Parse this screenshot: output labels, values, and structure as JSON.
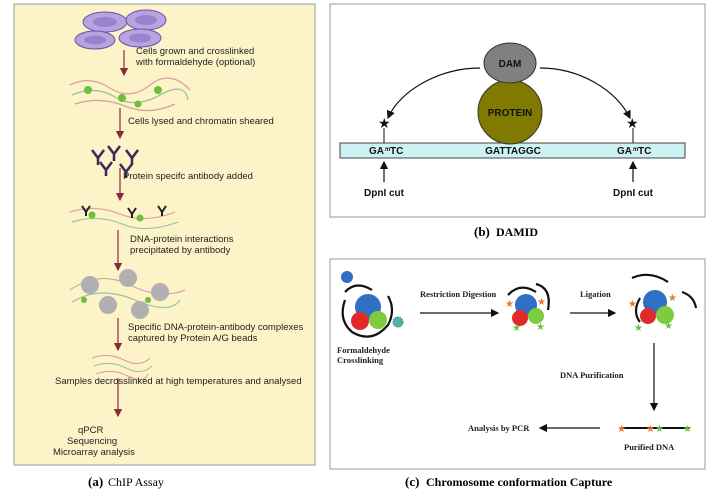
{
  "panel_a": {
    "letter": "(a)",
    "caption": "ChIP Assay",
    "steps": [
      {
        "line1": "Cells grown and crosslinked",
        "line2": "with formaldehyde (optional)"
      },
      {
        "line1": "Cells lysed and chromatin sheared",
        "line2": ""
      },
      {
        "line1": "Protein specifc antibody added",
        "line2": ""
      },
      {
        "line1": "DNA-protein interactions",
        "line2": "precipitated by antibody"
      },
      {
        "line1": "Specific DNA-protein-antibody complexes",
        "line2": "captured by Protein A/G beads"
      },
      {
        "line1": "Samples decrosslinked at high temperatures and analysed",
        "line2": ""
      }
    ],
    "outputs": [
      "qPCR",
      "Sequencing",
      "Microarray analysis"
    ]
  },
  "panel_b": {
    "letter": "(b)",
    "caption": "DAMID",
    "dam_label": "DAM",
    "protein_label": "PROTEIN",
    "seq_left": "GA",
    "seq_left_m": "m",
    "seq_left_end": "TC",
    "seq_mid": "GATTAGGC",
    "seq_right": "GA",
    "seq_right_m": "m",
    "seq_right_end": "TC",
    "cut_left": "DpnI cut",
    "cut_right": "DpnI cut"
  },
  "panel_c": {
    "letter": "(c)",
    "caption": "Chromosome conformation Capture",
    "crosslink_1": "Formaldehyde",
    "crosslink_2": "Crosslinking",
    "restriction": "Restriction Digestion",
    "ligation": "Ligation",
    "purification": "DNA Purification",
    "purified": "Purified DNA",
    "analysis": "Analysis by PCR"
  },
  "colors": {
    "panel_a_bg": "#fdf3c8",
    "dam": "#808080",
    "protein": "#807a00",
    "dna_bar": "#ccf2f4",
    "blue": "#2f6fc4",
    "red": "#e02a2a",
    "green": "#7ccc3e"
  }
}
